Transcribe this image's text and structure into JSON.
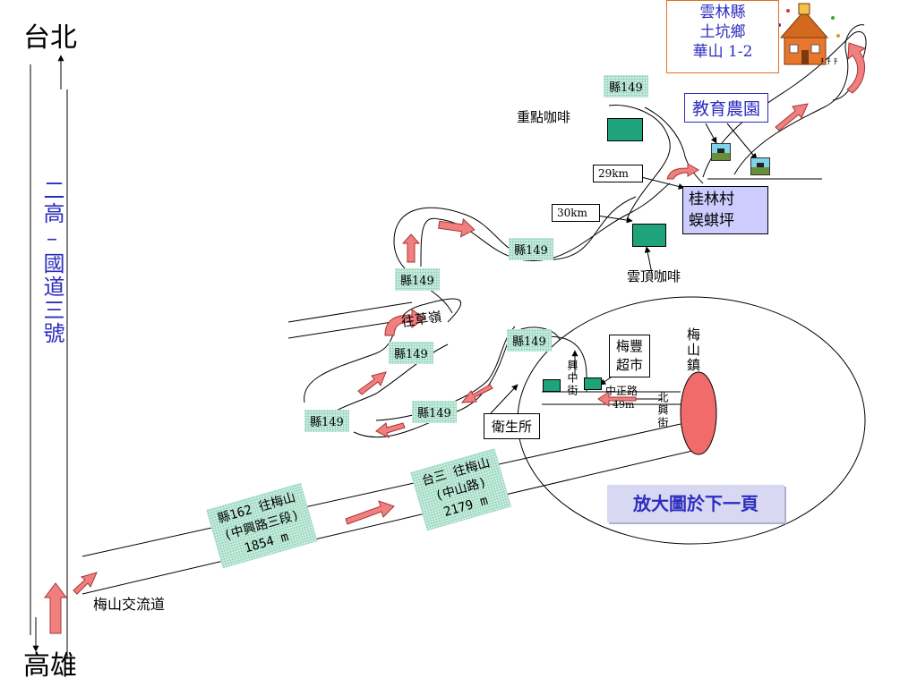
{
  "cities": {
    "north": "台北",
    "south": "高雄"
  },
  "freeway_label": "二高–國道三號",
  "destination": {
    "line1": "雲林縣",
    "line2": "土坑鄉",
    "line3": "華山 1-2"
  },
  "landmarks": {
    "edu_farm": "教育農園",
    "guilin": {
      "line1": "桂林村",
      "line2": "蜈蜞坪"
    },
    "focus_coffee": "重點咖啡",
    "yunding_coffee": "雲頂咖啡",
    "meishan_town": "梅山鎮",
    "supermarket": {
      "line1": "梅豐",
      "line2": "超市"
    },
    "clinic": "衛生所",
    "interchange": "梅山交流道",
    "to_caoling": "往草嶺"
  },
  "distances": {
    "d29": "29km",
    "d30": "30km",
    "d49": "49m"
  },
  "road_149": "縣149",
  "road_162": {
    "line1": "縣162  往梅山",
    "line2": "(中興路三段)",
    "line3": "1854 m"
  },
  "road_tai3": {
    "line1": "台三  往梅山",
    "line2": "(中山路)",
    "line3": "2179 m"
  },
  "streets": {
    "xingzhong": "興中街",
    "zhongzheng": "中正路",
    "beixing": "北興街"
  },
  "enlarged_note": "放大圖於下一頁",
  "colors": {
    "arrow_fill": "#f08080",
    "road_tag": "#c9ecdf",
    "building": "#1fa37a",
    "town_oval": "#f26b6b",
    "label_blue": "#2d2dbf",
    "guilin_fill": "#ccccff"
  }
}
